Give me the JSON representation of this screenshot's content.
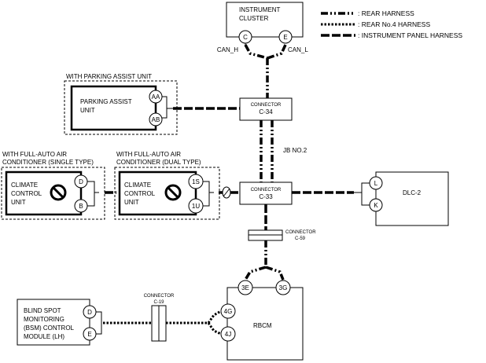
{
  "legend": {
    "rear": ": REAR HARNESS",
    "rear4": ": REAR No.4 HARNESS",
    "ip": ": INSTRUMENT PANEL HARNESS"
  },
  "instrument_cluster": {
    "label1": "INSTRUMENT",
    "label2": "CLUSTER",
    "pin_c": "C",
    "pin_e": "E"
  },
  "can": {
    "high": "CAN_H",
    "low": "CAN_L"
  },
  "parking": {
    "group": "WITH PARKING ASSIST UNIT",
    "label1": "PARKING ASSIST",
    "label2": "UNIT",
    "pin_aa": "AA",
    "pin_ab": "AB"
  },
  "c34": {
    "title": "CONNECTOR",
    "id": "C-34"
  },
  "jb": "JB NO.2",
  "c33": {
    "title": "CONNECTOR",
    "id": "C-33"
  },
  "single_ac": {
    "group1": "WITH FULL-AUTO AIR",
    "group2": "CONDITIONER (SINGLE TYPE)",
    "label1": "CLIMATE",
    "label2": "CONTROL",
    "label3": "UNIT",
    "pin_d": "D",
    "pin_b": "B"
  },
  "dual_ac": {
    "group1": "WITH FULL-AUTO AIR",
    "group2": "CONDITIONER (DUAL TYPE)",
    "label1": "CLIMATE",
    "label2": "CONTROL",
    "label3": "UNIT",
    "pin_1s": "1S",
    "pin_1u": "1U"
  },
  "dlc": {
    "label": "DLC-2",
    "pin_l": "L",
    "pin_k": "K"
  },
  "c59": {
    "title": "CONNECTOR",
    "id": "C-59"
  },
  "rbcm": {
    "label": "RBCM",
    "pin_3e": "3E",
    "pin_3g": "3G",
    "pin_4g": "4G",
    "pin_4j": "4J"
  },
  "c19": {
    "title": "CONNECTOR",
    "id": "C-19"
  },
  "bsm": {
    "label1": "BLIND SPOT",
    "label2": "MONITORING",
    "label3": "(BSM) CONTROL",
    "label4": "MODULE (LH)",
    "pin_d": "D",
    "pin_e": "E"
  }
}
